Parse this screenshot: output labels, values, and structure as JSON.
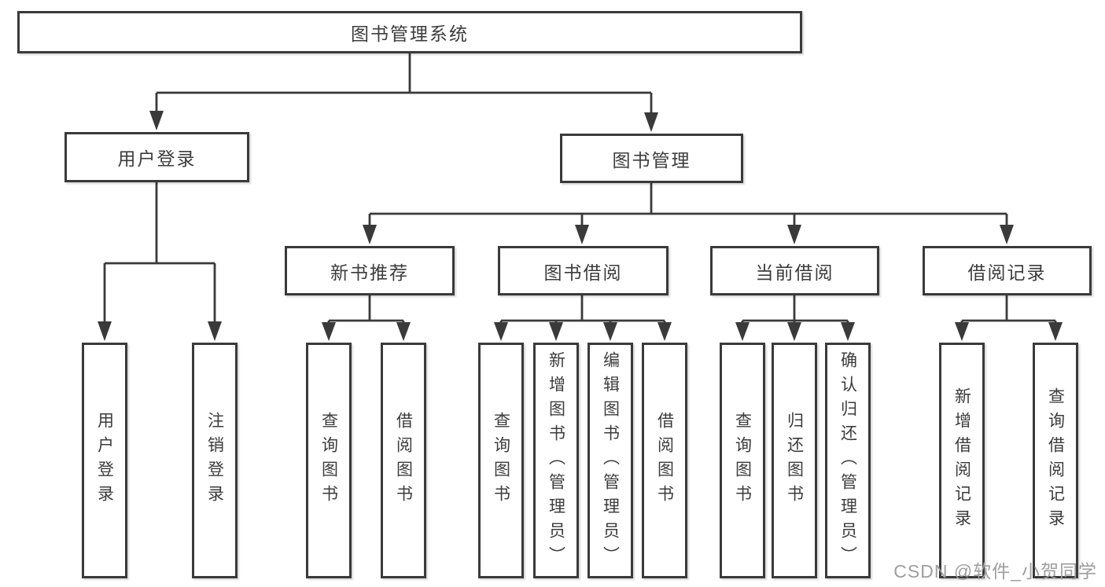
{
  "watermark": "CSDN @软件_小贺同学",
  "colors": {
    "line": "#3a3a3a",
    "text": "#3c3c3c",
    "watermark": "#9e9e9e",
    "background": "#ffffff"
  },
  "tree": {
    "label": "图书管理系统",
    "children": [
      {
        "label": "用户登录",
        "children": [
          {
            "label": "用户登录"
          },
          {
            "label": "注销登录"
          }
        ]
      },
      {
        "label": "图书管理",
        "children": [
          {
            "label": "新书推荐",
            "children": [
              {
                "label": "查询图书"
              },
              {
                "label": "借阅图书"
              }
            ]
          },
          {
            "label": "图书借阅",
            "children": [
              {
                "label": "查询图书"
              },
              {
                "label": "新增图书（管理员）"
              },
              {
                "label": "编辑图书（管理员）"
              },
              {
                "label": "借阅图书"
              }
            ]
          },
          {
            "label": "当前借阅",
            "children": [
              {
                "label": "查询图书"
              },
              {
                "label": "归还图书"
              },
              {
                "label": "确认归还（管理员）"
              }
            ]
          },
          {
            "label": "借阅记录",
            "children": [
              {
                "label": "新增借阅记录"
              },
              {
                "label": "查询借阅记录"
              }
            ]
          }
        ]
      }
    ]
  }
}
